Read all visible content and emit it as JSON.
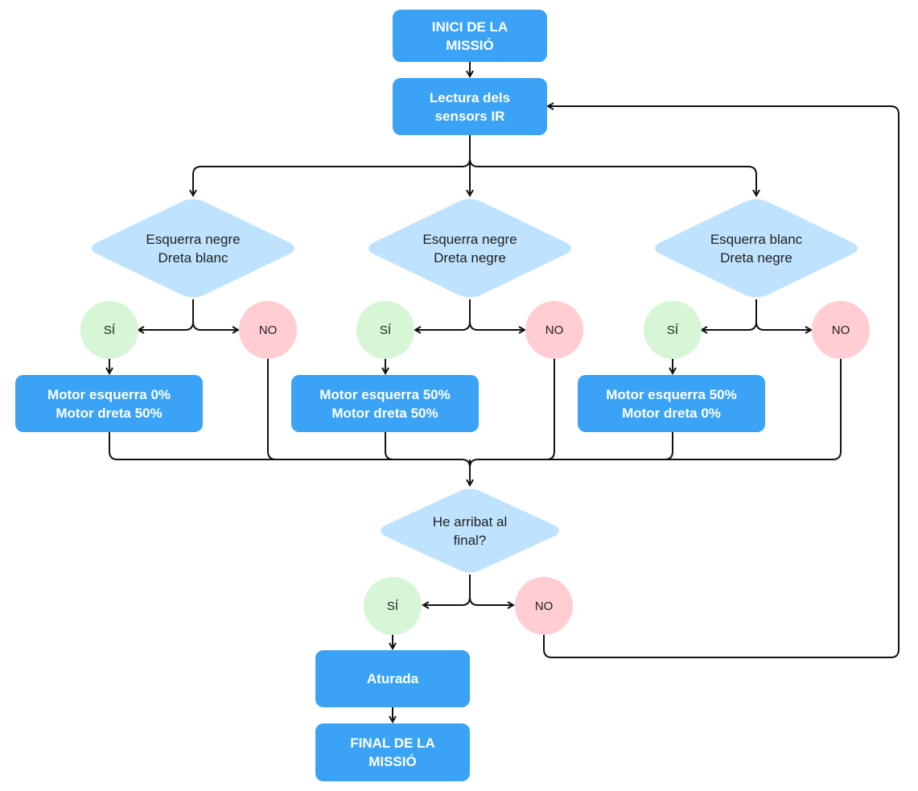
{
  "colors": {
    "process_fill": "#3ba3f5",
    "process_text": "#ffffff",
    "decision_fill": "#bfe3ff",
    "yes_fill": "#d6f6d6",
    "no_fill": "#ffcdd2",
    "connector": "#111111"
  },
  "start": {
    "lines": [
      "INICI DE LA",
      "MISSIÓ"
    ]
  },
  "read_sensors": {
    "lines": [
      "Lectura dels",
      "sensors IR"
    ]
  },
  "decisions": [
    {
      "lines": [
        "Esquerra negre",
        "Dreta blanc"
      ]
    },
    {
      "lines": [
        "Esquerra negre",
        "Dreta negre"
      ]
    },
    {
      "lines": [
        "Esquerra blanc",
        "Dreta negre"
      ]
    }
  ],
  "yes_label": "SÍ",
  "no_label": "NO",
  "actions": [
    {
      "lines": [
        "Motor esquerra 0%",
        "Motor dreta 50%"
      ]
    },
    {
      "lines": [
        "Motor esquerra 50%",
        "Motor dreta 50%"
      ]
    },
    {
      "lines": [
        "Motor esquerra 50%",
        "Motor dreta 0%"
      ]
    }
  ],
  "final_check": {
    "lines": [
      "He arribat al",
      "final?"
    ]
  },
  "stop": {
    "lines": [
      "Aturada"
    ]
  },
  "end": {
    "lines": [
      "FINAL DE LA",
      "MISSIÓ"
    ]
  }
}
